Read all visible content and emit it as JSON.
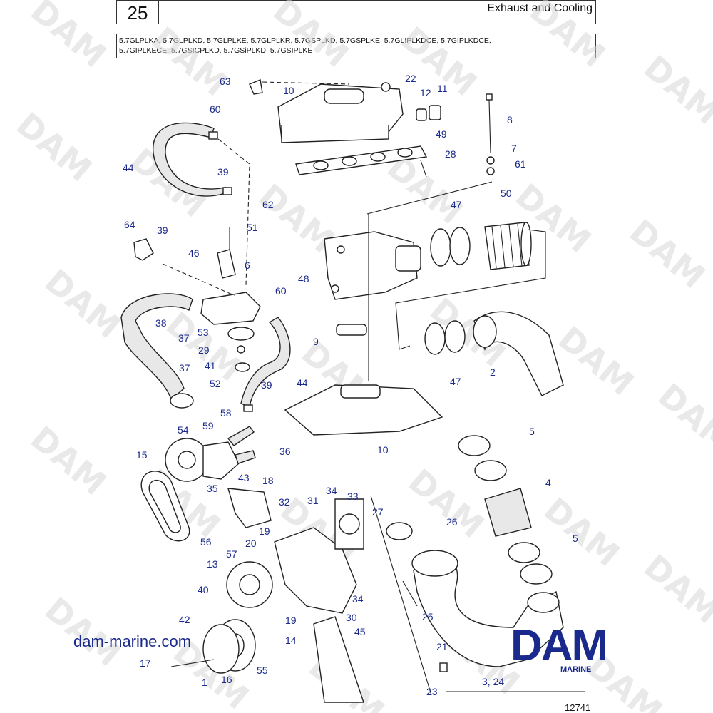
{
  "header": {
    "page_number": "25",
    "title": "Exhaust and Cooling",
    "models_line1": "5.7GLPLKA, 5.7GLPLKD, 5.7GLPLKE, 5.7GLPLKR, 5.7GSPLKD, 5.7GSPLKE, 5.7GLIPLKDCE, 5.7GIPLKDCE,",
    "models_line2": "5.7GIPLKECE, 5.7GSICPLKD, 5.7GSiPLKD, 5.7GSIPLKE"
  },
  "callouts": [
    "63",
    "10",
    "22",
    "12",
    "11",
    "60",
    "8",
    "49",
    "7",
    "28",
    "61",
    "44",
    "39",
    "62",
    "47",
    "50",
    "64",
    "39",
    "51",
    "46",
    "6",
    "48",
    "60",
    "38",
    "37",
    "53",
    "9",
    "29",
    "41",
    "2",
    "47",
    "37",
    "52",
    "44",
    "39",
    "58",
    "54",
    "59",
    "36",
    "10",
    "5",
    "15",
    "18",
    "43",
    "4",
    "35",
    "34",
    "33",
    "32",
    "31",
    "27",
    "26",
    "56",
    "57",
    "19",
    "20",
    "5",
    "13",
    "40",
    "34",
    "19",
    "25",
    "42",
    "30",
    "45",
    "14",
    "21",
    "17",
    "1",
    "16",
    "55",
    "23",
    "3, 24"
  ],
  "footer": {
    "site": "dam-marine.com",
    "logo_text": "DAM",
    "logo_sub": "MARINE",
    "figure_id": "12741"
  },
  "watermark_text": "DAM",
  "colors": {
    "callout": "#1a2a8c",
    "line": "#222222"
  }
}
